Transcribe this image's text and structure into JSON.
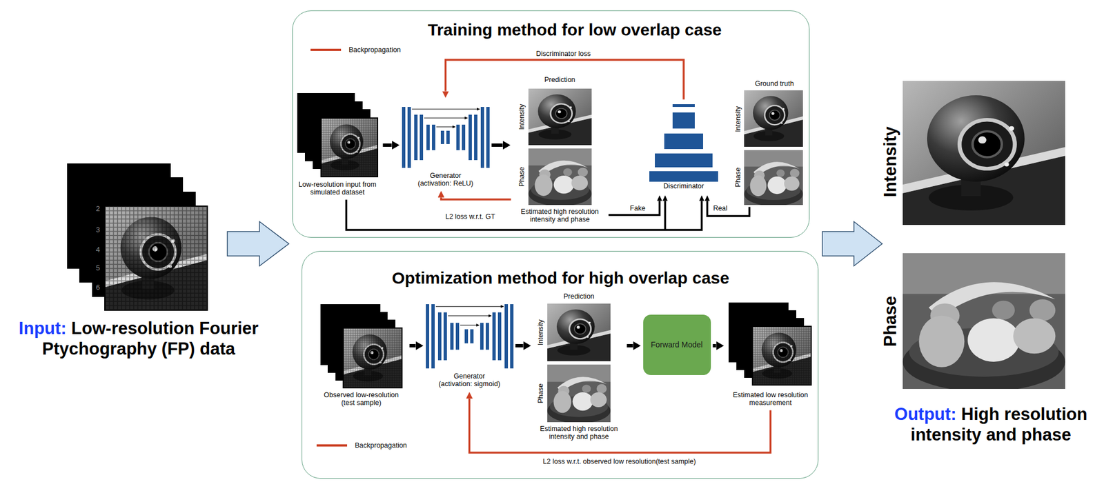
{
  "diagram": {
    "nodes": [
      {
        "text": [
          "Input:",
          "Low-resolution Fourier Ptychography (FP) data"
        ]
      },
      {
        "text": [
          "Training method for low overlap case"
        ]
      },
      {
        "text": [
          "Low-resolution input from simulated dataset"
        ],
        "in": 1
      },
      {
        "text": [
          "Generator (activation: ReLU)"
        ],
        "in": 1
      },
      {
        "text": [
          "Prediction",
          "Intensity",
          "Phase",
          "Estimated high resolution intensity and phase"
        ],
        "in": 1
      },
      {
        "text": [
          "Discriminator"
        ],
        "in": 1
      },
      {
        "text": [
          "Ground truth",
          "Intensity",
          "Phase"
        ],
        "in": 1
      },
      {
        "text": [
          "Optimization method for high overlap case"
        ]
      },
      {
        "text": [
          "Observed low-resolution (test sample)"
        ],
        "in": 7
      },
      {
        "text": [
          "Generator (activation: sigmoid)"
        ],
        "in": 7
      },
      {
        "text": [
          "Prediction",
          "Intensity",
          "Phase",
          "Estimated high resolution intensity and phase"
        ],
        "in": 7
      },
      {
        "text": [
          "Forward Model"
        ],
        "in": 7
      },
      {
        "text": [
          "Estimated low resolution measurement"
        ],
        "in": 7
      },
      {
        "text": [
          "Intensity",
          "Phase",
          "Output:",
          "High resolution intensity and phase"
        ]
      }
    ],
    "edges": [
      {
        "from": 2,
        "to": 3,
        "arrow": "to"
      },
      {
        "from": 3,
        "to": 4,
        "arrow": "to"
      },
      {
        "from": 5,
        "to": 3,
        "label": "Discriminator loss",
        "arrow": "to"
      },
      {
        "from": 4,
        "to": 3,
        "label": "L2 loss w.r.t. GT",
        "arrow": "to"
      },
      {
        "from": 4,
        "to": 5,
        "label": "Fake",
        "arrow": "to"
      },
      {
        "from": 6,
        "to": 5,
        "label": "Real",
        "arrow": "to"
      },
      {
        "from": 2,
        "to": 5,
        "arrow": "to"
      },
      {
        "from": 8,
        "to": 9,
        "arrow": "to"
      },
      {
        "from": 9,
        "to": 10,
        "arrow": "to"
      },
      {
        "from": 10,
        "to": 11,
        "arrow": "to"
      },
      {
        "from": 11,
        "to": 12,
        "arrow": "to"
      },
      {
        "from": 12,
        "to": 9,
        "label": "L2 loss w.r.t. observed low resolution(test sample)",
        "arrow": "to"
      }
    ],
    "labels": [
      "2",
      "3",
      "4",
      "5",
      "6"
    ],
    "legend": [
      {
        "text": "Backpropagation"
      },
      {
        "text": "Backpropagation"
      }
    ]
  }
}
